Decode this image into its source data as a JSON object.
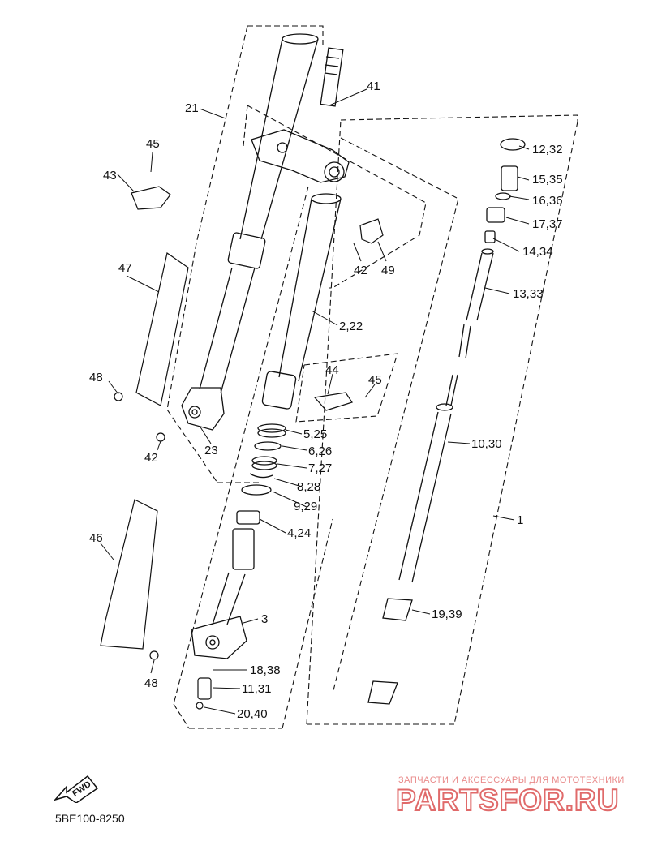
{
  "diagram_code": "5BE100-8250",
  "watermark": {
    "tagline": "ЗАПЧАСТИ И АКСЕССУАРЫ ДЛЯ МОТОТЕХНИКИ",
    "logo": "PARTSFOR.RU"
  },
  "fwd_label": "FWD",
  "callouts": [
    {
      "id": "c21",
      "text": "21"
    },
    {
      "id": "c41",
      "text": "41"
    },
    {
      "id": "c45a",
      "text": "45"
    },
    {
      "id": "c43",
      "text": "43"
    },
    {
      "id": "c42a",
      "text": "42"
    },
    {
      "id": "c49",
      "text": "49"
    },
    {
      "id": "c1232",
      "text": "12,32"
    },
    {
      "id": "c1535",
      "text": "15,35"
    },
    {
      "id": "c1636",
      "text": "16,36"
    },
    {
      "id": "c1737",
      "text": "17,37"
    },
    {
      "id": "c1434",
      "text": "14,34"
    },
    {
      "id": "c1333",
      "text": "13,33"
    },
    {
      "id": "c47",
      "text": "47"
    },
    {
      "id": "c222",
      "text": "2,22"
    },
    {
      "id": "c44",
      "text": "44"
    },
    {
      "id": "c45b",
      "text": "45"
    },
    {
      "id": "c48a",
      "text": "48"
    },
    {
      "id": "c23",
      "text": "23"
    },
    {
      "id": "c42b",
      "text": "42"
    },
    {
      "id": "c525",
      "text": "5,25"
    },
    {
      "id": "c626",
      "text": "6,26"
    },
    {
      "id": "c727",
      "text": "7,27"
    },
    {
      "id": "c828",
      "text": "8,28"
    },
    {
      "id": "c929",
      "text": "9,29"
    },
    {
      "id": "c1030",
      "text": "10,30"
    },
    {
      "id": "c1",
      "text": "1"
    },
    {
      "id": "c424",
      "text": "4,24"
    },
    {
      "id": "c46",
      "text": "46"
    },
    {
      "id": "c3",
      "text": "3"
    },
    {
      "id": "c1939",
      "text": "19,39"
    },
    {
      "id": "c1838",
      "text": "18,38"
    },
    {
      "id": "c1131",
      "text": "11,31"
    },
    {
      "id": "c48b",
      "text": "48"
    },
    {
      "id": "c2040",
      "text": "20,40"
    }
  ]
}
